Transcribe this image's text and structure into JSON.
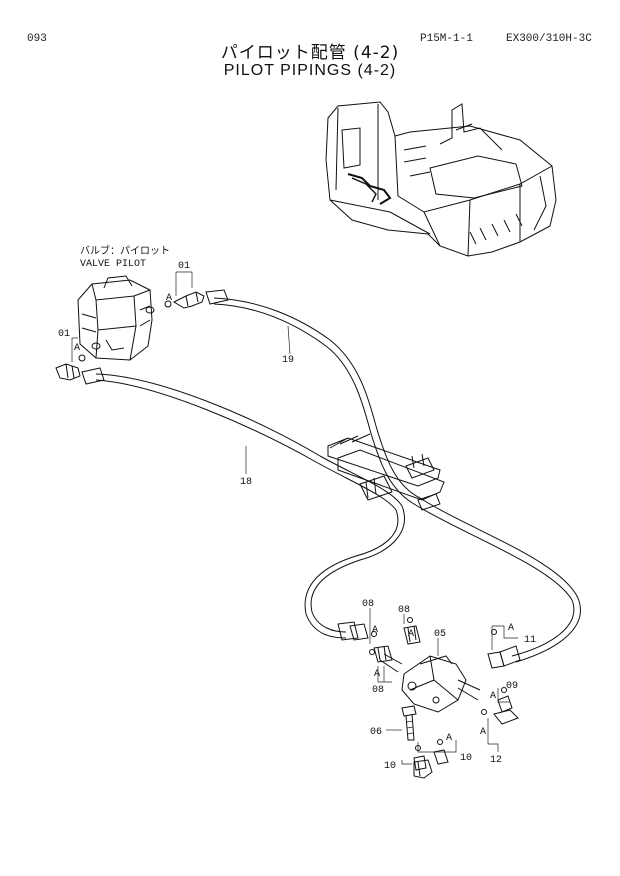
{
  "header": {
    "page_number": "093",
    "figure_code": "P15M-1-1",
    "model": "EX300/310H-3C"
  },
  "title": {
    "japanese": "パイロット配管 (4-2)",
    "english": "PILOT PIPINGS (4-2)"
  },
  "labels": {
    "valve_jp": "バルブ：パイロット",
    "valve_en": "VALVE  PILOT",
    "p01a": "01",
    "p01b": "01",
    "p19": "19",
    "p18": "18",
    "p08a": "08",
    "p08b": "08",
    "p08c": "08",
    "p05": "05",
    "p11": "11",
    "p09": "09",
    "p06": "06",
    "p10a": "10",
    "p10b": "10",
    "p12": "12",
    "a1": "A",
    "a2": "A",
    "a3": "A",
    "a4": "A",
    "a5": "A",
    "a6": "A",
    "a7": "A",
    "a8": "A",
    "a9": "A"
  }
}
